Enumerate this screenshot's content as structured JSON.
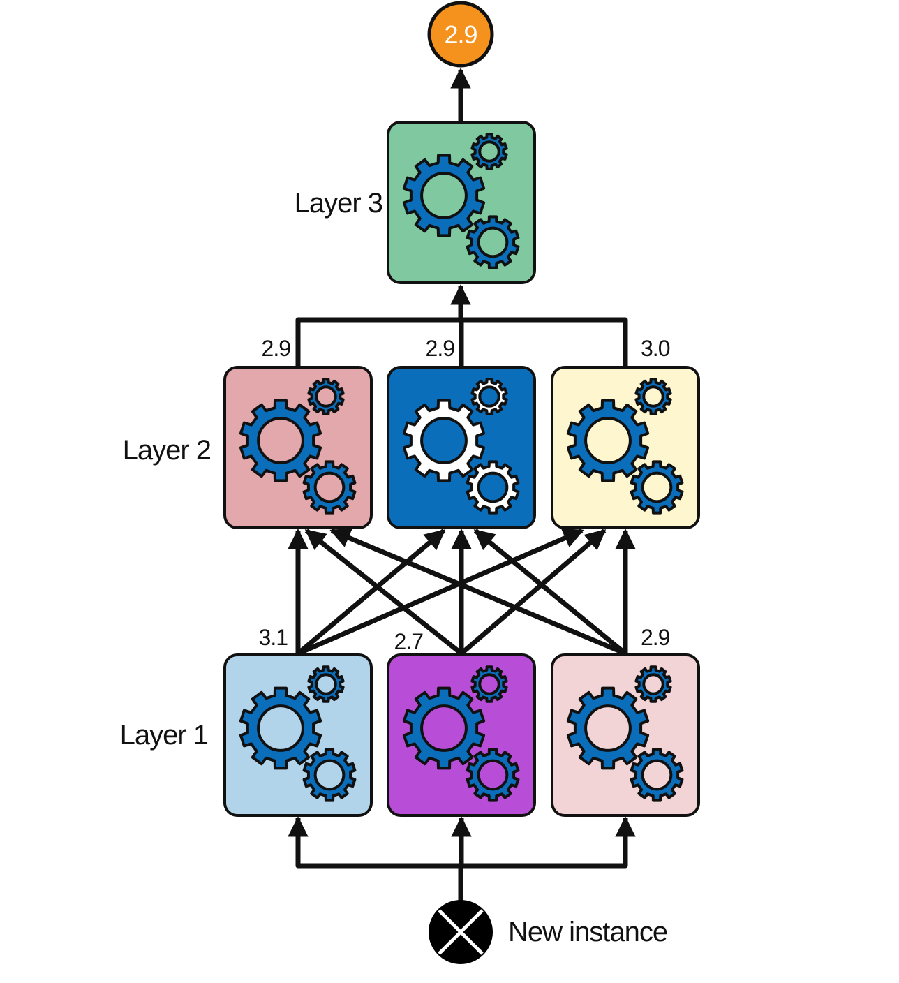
{
  "title": "Stacking ensemble: multilayer blending",
  "colors": {
    "stroke": "#111111",
    "gear": "#0b6ebb",
    "output": "#f5921e",
    "input": "#000000"
  },
  "output": {
    "value": "2.9"
  },
  "input": {
    "label": "New instance",
    "icon": "x-circle-icon"
  },
  "layers": [
    {
      "label": "Layer 1",
      "predictors": [
        {
          "value": "3.1",
          "color": "#b2d4ea",
          "gear_color": "#0b6ebb"
        },
        {
          "value": "2.7",
          "color": "#b84ed8",
          "gear_color": "#0b6ebb"
        },
        {
          "value": "2.9",
          "color": "#f2d4d6",
          "gear_color": "#0b6ebb"
        }
      ]
    },
    {
      "label": "Layer 2",
      "predictors": [
        {
          "value": "2.9",
          "color": "#e3a8ab",
          "gear_color": "#0b6ebb"
        },
        {
          "value": "2.9",
          "color": "#0b6ebb",
          "gear_color": "#ffffff"
        },
        {
          "value": "3.0",
          "color": "#fdf6cf",
          "gear_color": "#0b6ebb"
        }
      ]
    },
    {
      "label": "Layer 3",
      "predictors": [
        {
          "value": "",
          "color": "#7fc8a0",
          "gear_color": "#0b6ebb"
        }
      ]
    }
  ],
  "icons": {
    "predictor": "gears-icon",
    "arrow": "arrow-up-icon"
  }
}
